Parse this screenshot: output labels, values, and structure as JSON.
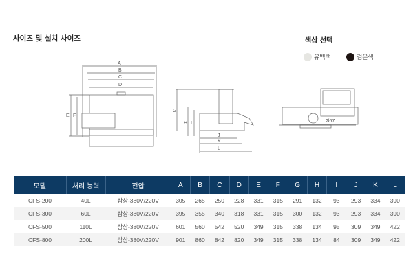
{
  "section_title": "사이즈 및 설치 사이즈",
  "color_section": {
    "title": "색상 선택",
    "options": [
      {
        "label": "유백색",
        "color": "#e6e6e2"
      },
      {
        "label": "검은색",
        "color": "#1e1412"
      }
    ]
  },
  "diagram": {
    "front_labels": [
      "A",
      "B",
      "C",
      "D",
      "E",
      "F"
    ],
    "side_labels": [
      "G",
      "H",
      "I",
      "J",
      "K",
      "L"
    ],
    "top_label": "Ø67"
  },
  "table": {
    "headers": [
      "모델",
      "처리 능력",
      "전압",
      "A",
      "B",
      "C",
      "D",
      "E",
      "F",
      "G",
      "H",
      "I",
      "J",
      "K",
      "L"
    ],
    "rows": [
      [
        "CFS-200",
        "40L",
        "삼상-380V/220V",
        "305",
        "265",
        "250",
        "228",
        "331",
        "315",
        "291",
        "132",
        "93",
        "293",
        "334",
        "390"
      ],
      [
        "CFS-300",
        "60L",
        "삼상-380V/220V",
        "395",
        "355",
        "340",
        "318",
        "331",
        "315",
        "300",
        "132",
        "93",
        "293",
        "334",
        "390"
      ],
      [
        "CFS-500",
        "110L",
        "삼상-380V/220V",
        "601",
        "560",
        "542",
        "520",
        "349",
        "315",
        "338",
        "134",
        "95",
        "309",
        "349",
        "422"
      ],
      [
        "CFS-800",
        "200L",
        "삼상-380V/220V",
        "901",
        "860",
        "842",
        "820",
        "349",
        "315",
        "338",
        "134",
        "84",
        "309",
        "349",
        "422"
      ]
    ]
  }
}
